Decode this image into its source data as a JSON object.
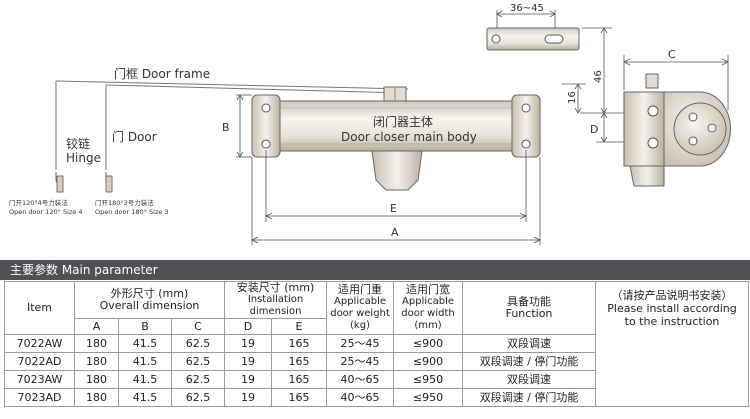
{
  "drawing": {
    "dims": {
      "top_range": "36~45",
      "c": "C",
      "d46": "46",
      "d16": "16",
      "d_side": "D",
      "b": "B",
      "e": "E",
      "a": "A"
    },
    "labels": {
      "door_frame": "门框 Door frame",
      "door": "门 Door",
      "hinge_cn": "铰链",
      "hinge_en": "Hinge",
      "main_body_cn": "闭门器主体",
      "main_body_en": "Door closer main body",
      "note1_cn": "门开120°4号力装法",
      "note1_en": "Open door 120° Size 4",
      "note2_cn": "门开180°3号力装法",
      "note2_en": "Open door 180° Size 3"
    }
  },
  "table": {
    "title": "主要参数  Main parameter",
    "headers": {
      "item": "Item",
      "overall_cn": "外形尺寸 (mm)",
      "overall_en": "Overall dimension",
      "install_cn": "安装尺寸 (mm)",
      "install_en": "Installation dimension",
      "weight_cn": "适用门重",
      "weight_en": "Applicable door weight (kg)",
      "width_cn": "适用门宽",
      "width_en": "Applicable door width (mm)",
      "function_cn": "具备功能",
      "function_en": "Function",
      "note_cn": "（请按产品说明书安装）",
      "note_en": "Please install according to the instruction"
    },
    "sub": {
      "a": "A",
      "b": "B",
      "c": "C",
      "d": "D",
      "e": "E"
    },
    "rows": [
      {
        "item": "7022AW",
        "a": "180",
        "b": "41.5",
        "c": "62.5",
        "d": "19",
        "e": "165",
        "weight": "25～45",
        "width": "≤900",
        "function": "双段调速"
      },
      {
        "item": "7022AD",
        "a": "180",
        "b": "41.5",
        "c": "62.5",
        "d": "19",
        "e": "165",
        "weight": "25～45",
        "width": "≤900",
        "function": "双段调速 / 停门功能"
      },
      {
        "item": "7023AW",
        "a": "180",
        "b": "41.5",
        "c": "62.5",
        "d": "19",
        "e": "165",
        "weight": "40～65",
        "width": "≤950",
        "function": "双段调速"
      },
      {
        "item": "7023AD",
        "a": "180",
        "b": "41.5",
        "c": "62.5",
        "d": "19",
        "e": "165",
        "weight": "40～65",
        "width": "≤950",
        "function": "双段调速 / 停门功能"
      }
    ]
  }
}
